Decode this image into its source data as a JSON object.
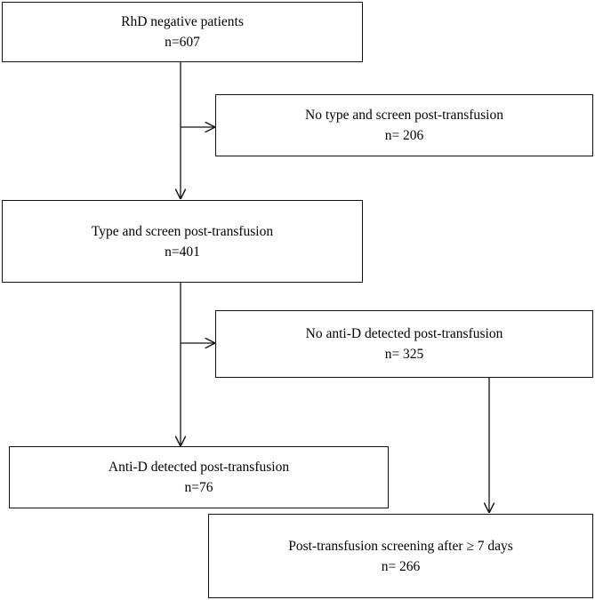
{
  "flowchart": {
    "boxes": [
      {
        "id": "rhd_negative",
        "title": "RhD negative patients",
        "count": "n=607"
      },
      {
        "id": "no_type_screen",
        "title": "No type and screen post-transfusion",
        "count": "n= 206"
      },
      {
        "id": "type_screen",
        "title": "Type and screen post-transfusion",
        "count": "n=401"
      },
      {
        "id": "no_anti_d",
        "title": "No anti-D detected post-transfusion",
        "count": "n= 325"
      },
      {
        "id": "anti_d",
        "title": "Anti-D detected post-transfusion",
        "count": "n=76"
      },
      {
        "id": "screening_7d",
        "title": "Post-transfusion screening after ≥ 7 days",
        "count": "n= 266"
      }
    ]
  }
}
